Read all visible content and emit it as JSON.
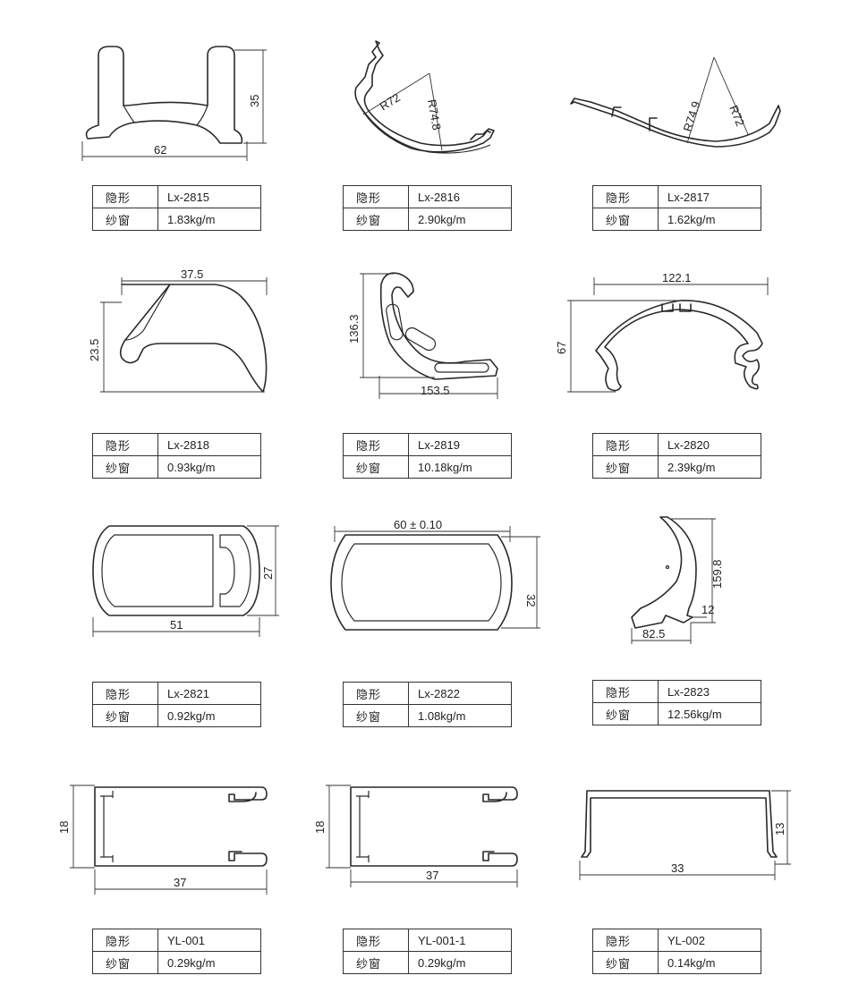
{
  "items": [
    {
      "code": "Lx-2815",
      "weight": "1.83kg/m",
      "dims": [
        "62",
        "35"
      ]
    },
    {
      "code": "Lx-2816",
      "weight": "2.90kg/m",
      "dims": [
        "R72",
        "R74.8"
      ]
    },
    {
      "code": "Lx-2817",
      "weight": "1.62kg/m",
      "dims": [
        "R74.9",
        "R72"
      ]
    },
    {
      "code": "Lx-2818",
      "weight": "0.93kg/m",
      "dims": [
        "37.5",
        "23.5"
      ]
    },
    {
      "code": "Lx-2819",
      "weight": "10.18kg/m",
      "dims": [
        "136.3",
        "153.5"
      ]
    },
    {
      "code": "Lx-2820",
      "weight": "2.39kg/m",
      "dims": [
        "122.1",
        "67"
      ]
    },
    {
      "code": "Lx-2821",
      "weight": "0.92kg/m",
      "dims": [
        "51",
        "27"
      ]
    },
    {
      "code": "Lx-2822",
      "weight": "1.08kg/m",
      "dims": [
        "60 ± 0.10",
        "32"
      ]
    },
    {
      "code": "Lx-2823",
      "weight": "12.56kg/m",
      "dims": [
        "159.8",
        "12",
        "82.5"
      ]
    },
    {
      "code": "YL-001",
      "weight": "0.29kg/m",
      "dims": [
        "18",
        "37"
      ]
    },
    {
      "code": "YL-001-1",
      "weight": "0.29kg/m",
      "dims": [
        "18",
        "37"
      ]
    },
    {
      "code": "YL-002",
      "weight": "0.14kg/m",
      "dims": [
        "13",
        "33"
      ]
    }
  ],
  "row_labels": {
    "model": "隐形",
    "weight": "纱窗"
  }
}
